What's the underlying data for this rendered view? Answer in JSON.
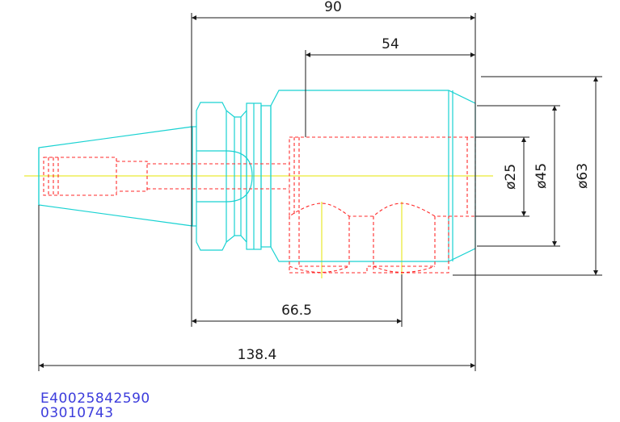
{
  "dimensions": {
    "total_length": "138.4",
    "length_90": "90",
    "length_54": "54",
    "length_66_5": "66.5",
    "dia_25": "ø25",
    "dia_45": "ø45",
    "dia_63": "ø63"
  },
  "codes": {
    "part_number": "E40025842590",
    "secondary_code": "03010743"
  },
  "colors": {
    "outline": "#19d2d2",
    "hidden_lines": "#ff2a2a",
    "centerline": "#e6e600",
    "dimension": "#1a1a1a",
    "code_text": "#3c3cdc"
  }
}
